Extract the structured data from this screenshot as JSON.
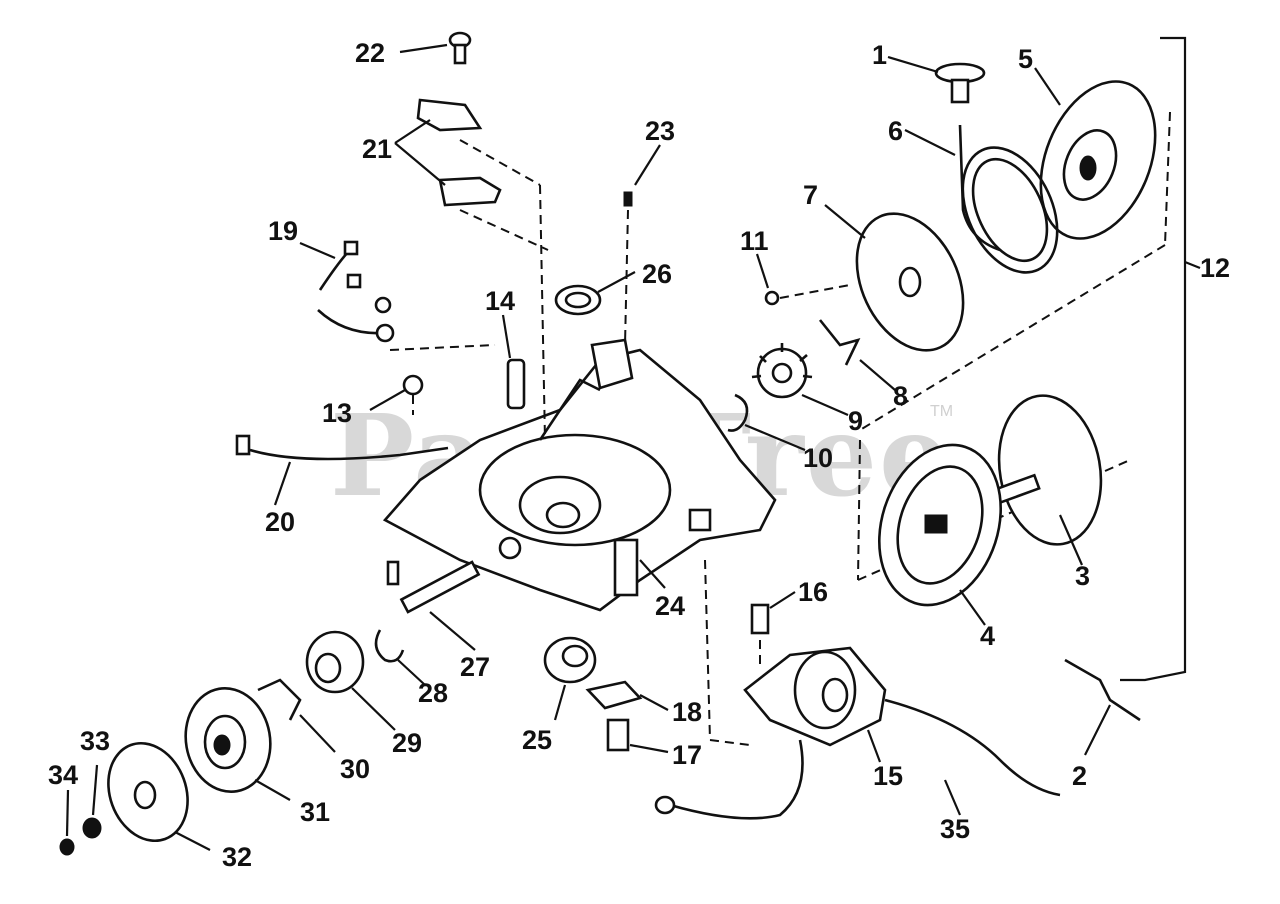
{
  "watermark": {
    "text": "PartsTree",
    "tm": "TM"
  },
  "callouts": [
    "1",
    "2",
    "3",
    "4",
    "5",
    "6",
    "7",
    "8",
    "9",
    "10",
    "11",
    "12",
    "13",
    "14",
    "15",
    "16",
    "17",
    "18",
    "19",
    "20",
    "21",
    "22",
    "23",
    "24",
    "25",
    "26",
    "27",
    "28",
    "29",
    "30",
    "31",
    "32",
    "33",
    "34",
    "35"
  ],
  "colors": {
    "ink": "#111111",
    "background": "#ffffff",
    "watermark": "#d8d8d8"
  }
}
